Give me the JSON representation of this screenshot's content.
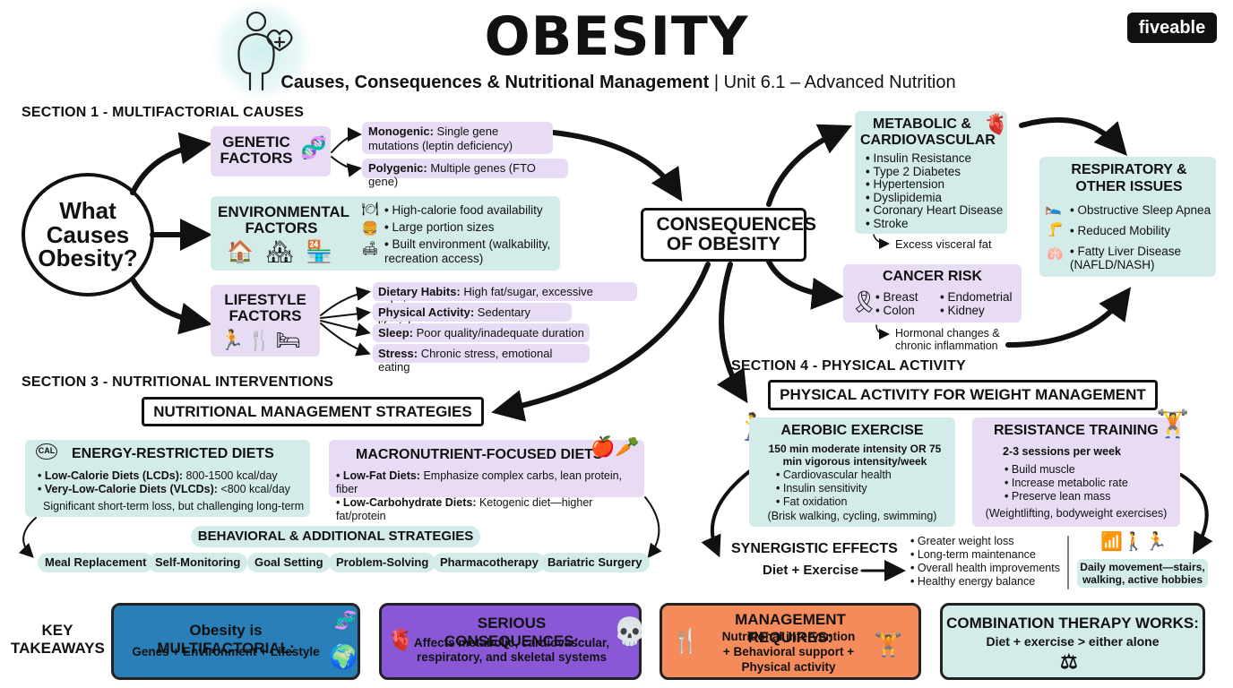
{
  "header": {
    "title": "OBESITY",
    "subtitle_main": "Causes, Consequences & Nutritional Management",
    "subtitle_sep": " | ",
    "subtitle_unit": "Unit 6.1 – Advanced Nutrition",
    "brand": "fiveable"
  },
  "sections": {
    "s1": "SECTION 1 - MULTIFACTORIAL CAUSES",
    "s3": "SECTION 3 - NUTRITIONAL INTERVENTIONS",
    "s4": "SECTION 4 - PHYSICAL ACTIVITY"
  },
  "causes": {
    "center": "What Causes Obesity?",
    "genetic": {
      "title": "GENETIC FACTORS",
      "items": [
        {
          "term": "Monogenic:",
          "text": " Single gene mutations (leptin deficiency)"
        },
        {
          "term": "Polygenic:",
          "text": " Multiple genes (FTO gene)"
        }
      ]
    },
    "environmental": {
      "title": "ENVIRONMENTAL FACTORS",
      "items": [
        "High-calorie food availability",
        "Large portion sizes",
        "Built environment (walkability, recreation access)"
      ]
    },
    "lifestyle": {
      "title": "LIFESTYLE FACTORS",
      "items": [
        {
          "term": "Dietary Habits:",
          "text": " High fat/sugar, excessive calories"
        },
        {
          "term": "Physical Activity:",
          "text": " Sedentary lifestyle"
        },
        {
          "term": "Sleep:",
          "text": " Poor quality/inadequate duration"
        },
        {
          "term": "Stress:",
          "text": " Chronic stress, emotional eating"
        }
      ]
    }
  },
  "consequences": {
    "center": "CONSEQUENCES OF OBESITY",
    "metabolic": {
      "title": "METABOLIC & CARDIOVASCULAR",
      "items": [
        "Insulin Resistance",
        "Type 2 Diabetes",
        "Hypertension",
        "Dyslipidemia",
        "Coronary Heart Disease",
        "Stroke"
      ],
      "note": "Excess visceral fat"
    },
    "respiratory": {
      "title": "RESPIRATORY & OTHER ISSUES",
      "items": [
        "Obstructive Sleep Apnea",
        "Reduced Mobility",
        "Fatty Liver Disease (NAFLD/NASH)"
      ]
    },
    "cancer": {
      "title": "CANCER RISK",
      "col1": [
        "Breast",
        "Colon"
      ],
      "col2": [
        "Endometrial",
        "Kidney"
      ],
      "note": "Hormonal changes & chronic inflammation"
    }
  },
  "nutrition": {
    "title": "NUTRITIONAL MANAGEMENT STRATEGIES",
    "energy": {
      "title": "ENERGY-RESTRICTED DIETS",
      "cal_label": "CAL",
      "items": [
        {
          "term": "Low-Calorie Diets (LCDs):",
          "text": " 800-1500 kcal/day"
        },
        {
          "term": "Very-Low-Calorie Diets (VLCDs):",
          "text": " <800 kcal/day"
        }
      ],
      "note": "Significant short-term loss, but challenging long-term"
    },
    "macro": {
      "title": "MACRONUTRIENT-FOCUSED DIETS",
      "items": [
        {
          "term": "Low-Fat Diets:",
          "text": " Emphasize complex carbs, lean protein, fiber"
        },
        {
          "term": "Low-Carbohydrate Diets:",
          "text": " Ketogenic diet—higher fat/protein"
        }
      ]
    },
    "behavioral_title": "BEHAVIORAL & ADDITIONAL STRATEGIES",
    "pills": [
      "Meal Replacement",
      "Self-Monitoring",
      "Goal Setting",
      "Problem-Solving",
      "Pharmacotherapy",
      "Bariatric Surgery"
    ]
  },
  "activity": {
    "title": "PHYSICAL ACTIVITY FOR WEIGHT MANAGEMENT",
    "aerobic": {
      "title": "AEROBIC EXERCISE",
      "sub": "150 min moderate intensity OR 75 min vigorous intensity/week",
      "items": [
        "Cardiovascular health",
        "Insulin sensitivity",
        "Fat oxidation"
      ],
      "note": "(Brisk walking, cycling, swimming)"
    },
    "resistance": {
      "title": "RESISTANCE TRAINING",
      "sub": "2-3 sessions per week",
      "items": [
        "Build muscle",
        "Increase metabolic rate",
        "Preserve lean mass"
      ],
      "note": "(Weightlifting, bodyweight exercises)"
    },
    "synergy": {
      "title": "SYNERGISTIC EFFECTS",
      "sub": "Diet + Exercise",
      "items": [
        "Greater weight loss",
        "Long-term maintenance",
        "Overall health improvements",
        "Healthy energy balance"
      ]
    },
    "daily": "Daily movement—stairs, walking, active hobbies"
  },
  "takeaways": {
    "label": "KEY TAKEAWAYS",
    "t1": {
      "title": "Obesity is MULTIFACTORIAL:",
      "text": "Genes + Environment + Lifestyle",
      "color": "#2a7fb8"
    },
    "t2": {
      "title": "SERIOUS CONSEQUENCES:",
      "text": "Affects metabolic, cardiovascular, respiratory, and skeletal systems",
      "color": "#8a58d6"
    },
    "t3": {
      "title": "MANAGEMENT REQUIRES:",
      "text": "Nutritional intervention + Behavioral support + Physical activity",
      "color": "#f58a5a"
    },
    "t4": {
      "title": "COMBINATION THERAPY WORKS:",
      "text": "Diet + exercise > either alone",
      "color": "#d3ecea"
    }
  }
}
